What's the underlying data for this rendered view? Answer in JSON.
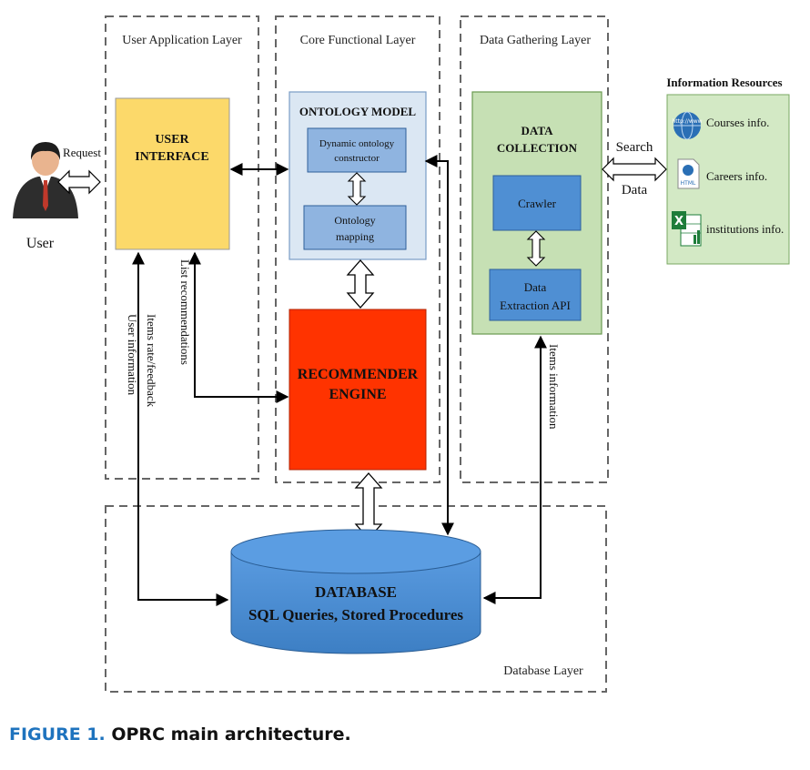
{
  "layers": {
    "user_app": "User Application Layer",
    "core": "Core Functional Layer",
    "gathering": "Data Gathering Layer",
    "database": "Database Layer"
  },
  "user": {
    "label": "User",
    "request": "Request"
  },
  "user_interface": {
    "line1": "USER",
    "line2": "INTERFACE"
  },
  "ontology": {
    "title": "ONTOLOGY MODEL",
    "constructor_line1": "Dynamic ontology",
    "constructor_line2": "constructor",
    "mapping_line1": "Ontology",
    "mapping_line2": "mapping"
  },
  "recommender": {
    "line1": "RECOMMENDER",
    "line2": "ENGINE"
  },
  "data_collection": {
    "line1": "DATA",
    "line2": "COLLECTION",
    "crawler": "Crawler",
    "api_line1": "Data",
    "api_line2": "Extraction API"
  },
  "database": {
    "line1": "DATABASE",
    "line2": "SQL Queries, Stored Procedures"
  },
  "edge_labels": {
    "list_recommendations": "List recommendations",
    "items_rate": "Items rate/feedback",
    "user_information": "User information",
    "items_information": "Items information",
    "search": "Search",
    "data": "Data"
  },
  "resources": {
    "title": "Information Resources",
    "items": [
      "Courses info.",
      "Careers info.",
      "institutions info."
    ],
    "icon_text": [
      "http://www",
      "HTML",
      "X"
    ]
  },
  "caption": {
    "figure": "FIGURE 1.",
    "text": "OPRC main architecture."
  },
  "colors": {
    "ui_box": "#fcd96a",
    "ontology_bg": "#dbe7f3",
    "ontology_sub": "#8fb4e0",
    "recommender": "#ff3300",
    "collection": "#c6e0b4",
    "collection_sub": "#4f8fd3",
    "database": "#4f8fd3",
    "resources": "#d3e9c5"
  }
}
